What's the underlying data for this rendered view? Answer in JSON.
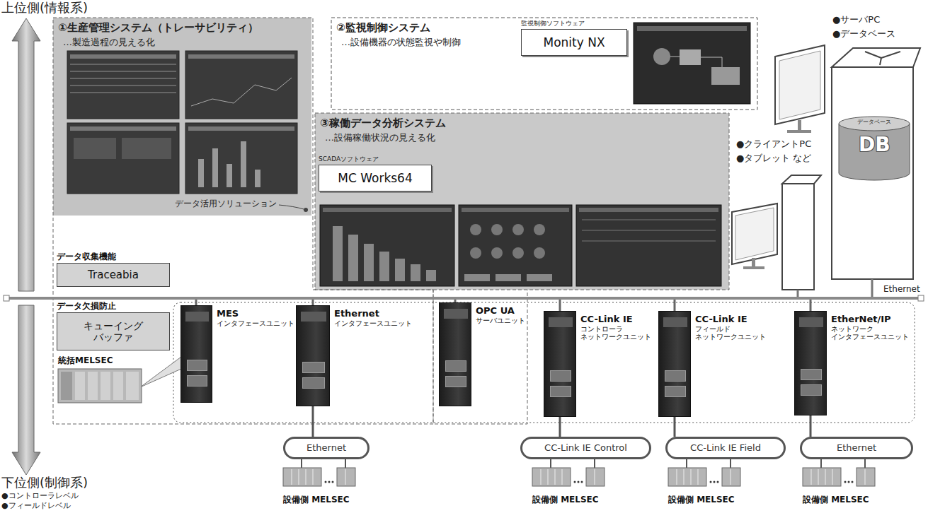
{
  "diagram": {
    "nodes": [
      {
        "text": [
          "①生産管理システム（トレーサビリティ）",
          "…製造過程の見える化"
        ]
      },
      {
        "text": [
          "②監視制御システム",
          "…設備機器の状態監視や制御"
        ]
      },
      {
        "text": [
          "監視制御ソフトウェア",
          "Monity NX"
        ],
        "in": 1
      },
      {
        "text": [
          "③稼働データ分析システム",
          "…設備稼働状況の見える化"
        ]
      },
      {
        "text": [
          "SCADAソフトウェア",
          "MC Works64"
        ],
        "in": 3
      },
      {
        "text": [
          "データ収集機能",
          "Traceabia"
        ]
      },
      {
        "text": [
          "データ欠損防止",
          "キューイング バッファ"
        ]
      },
      {
        "text": [
          "MES",
          "インタフェースユニット"
        ]
      },
      {
        "text": [
          "Ethernet",
          "インタフェースユニット"
        ]
      },
      {
        "text": [
          "OPC UA",
          "サーバユニット"
        ]
      },
      {
        "text": [
          "CC-Link IE",
          "コントローラ ネットワークユニット"
        ]
      },
      {
        "text": [
          "CC-Link IE",
          "フィールド ネットワークユニット"
        ]
      },
      {
        "text": [
          "EtherNet/IP",
          "ネットワーク インタフェースユニット"
        ]
      },
      {
        "text": [
          "Ethernet"
        ]
      },
      {
        "text": [
          "CC-Link IE Control"
        ]
      },
      {
        "text": [
          "CC-Link IE Field"
        ]
      },
      {
        "text": [
          "Ethernet"
        ]
      }
    ],
    "edges": [
      {
        "from": 8,
        "to": 13,
        "arrow": "none"
      },
      {
        "from": 10,
        "to": 14,
        "arrow": "none"
      },
      {
        "from": 11,
        "to": 15,
        "arrow": "none"
      },
      {
        "from": 12,
        "to": 16,
        "arrow": "none"
      }
    ],
    "labels": [
      "上位側(情報系)",
      "データ活用ソリューション",
      "●サーバPC",
      "●データベース",
      "データベース",
      "DB",
      "●クライアントPC",
      "●タブレット など",
      "Ethernet",
      "統括MELSEC",
      "下位側(制御系)",
      "●コントローラレベル",
      "●フィールドレベル",
      "設備側 MELSEC",
      "設備側 MELSEC",
      "設備側 MELSEC",
      "設備側 MELSEC"
    ]
  }
}
